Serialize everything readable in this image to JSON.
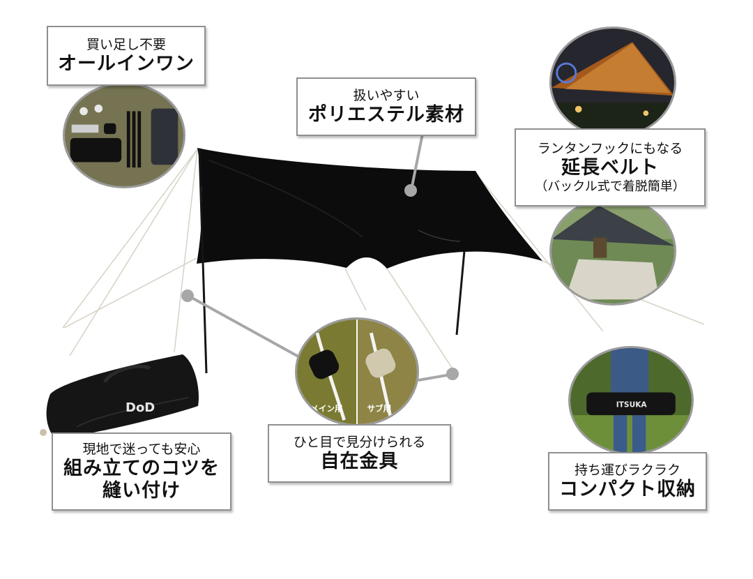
{
  "callouts": {
    "all_in_one": {
      "sub": "買い足し不要",
      "main": "オールインワン"
    },
    "polyester": {
      "sub": "扱いやすい",
      "main": "ポリエステル素材"
    },
    "belt": {
      "sub": "ランタンフックにもなる",
      "main": "延長ベルト",
      "note": "（バックル式で着脱簡単）"
    },
    "sewn_tips": {
      "sub": "現地で迷っても安心",
      "main_line1": "組み立てのコツを",
      "main_line2": "縫い付け"
    },
    "tensioner": {
      "sub": "ひと目で見分けられる",
      "main": "自在金具"
    },
    "compact": {
      "sub": "持ち運びラクラク",
      "main": "コンパクト収納"
    }
  },
  "photo_labels": {
    "main_use": "メイン用",
    "sub_use": "サブ用",
    "bag_logo": "DoD",
    "carry_bag_logo": "ITSUKA"
  },
  "colors": {
    "tarp": "#0c0c0c",
    "border": "#8f8f8f",
    "connector": "#a7a7a7",
    "background": "#ffffff"
  }
}
